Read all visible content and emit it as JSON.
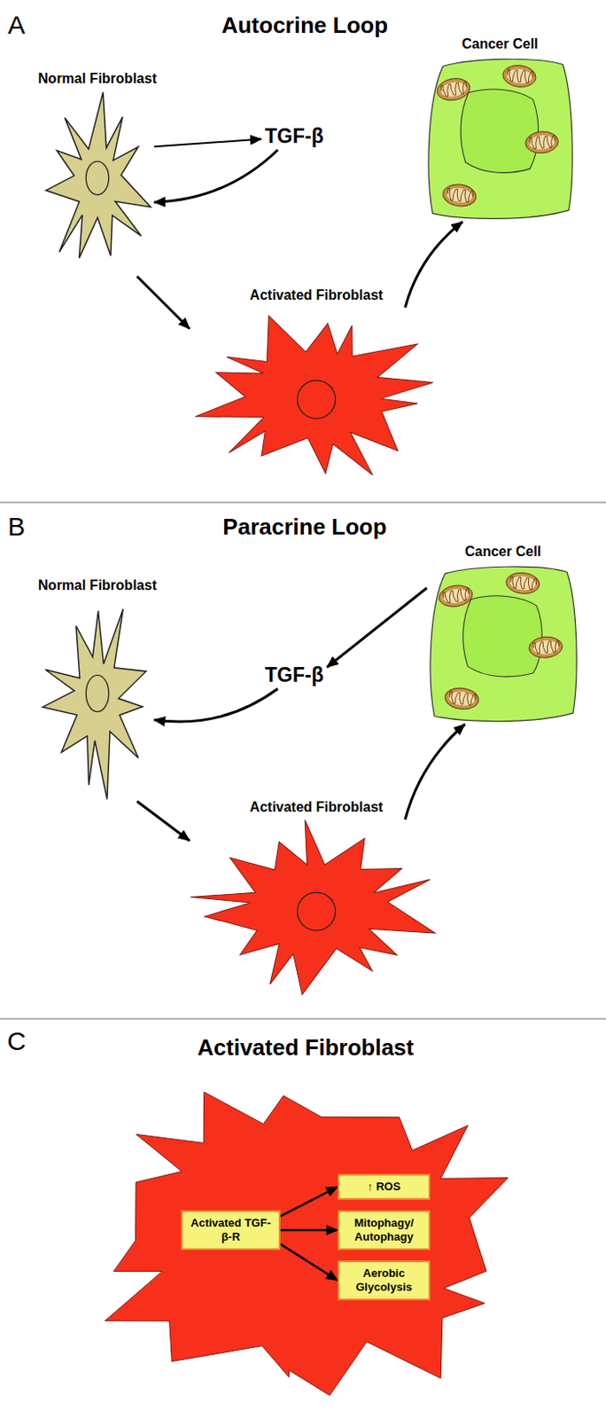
{
  "diagram": {
    "nodes": [
      {
        "text": [
          "Normal Fibroblast"
        ]
      },
      {
        "text": [
          "TGF-β"
        ]
      },
      {
        "text": [
          "Cancer Cell"
        ]
      },
      {
        "text": [
          "Activated Fibroblast"
        ]
      },
      {
        "text": [
          "Normal Fibroblast"
        ]
      },
      {
        "text": [
          "TGF-β"
        ]
      },
      {
        "text": [
          "Cancer Cell"
        ]
      },
      {
        "text": [
          "Activated Fibroblast"
        ]
      },
      {
        "text": [
          "Activated Fibroblast"
        ]
      },
      {
        "text": [
          "Activated TGF-β-R"
        ],
        "in": 8
      },
      {
        "text": [
          "↑ ROS"
        ],
        "in": 8
      },
      {
        "text": [
          "Mitophagy/ Autophagy"
        ],
        "in": 8
      },
      {
        "text": [
          "Aerobic Glycolysis"
        ],
        "in": 8
      }
    ],
    "edges": [
      {
        "from": 0,
        "to": 1,
        "arrow": "to"
      },
      {
        "from": 1,
        "to": 0,
        "arrow": "to"
      },
      {
        "from": 0,
        "to": 3,
        "arrow": "to"
      },
      {
        "from": 3,
        "to": 2,
        "arrow": "to"
      },
      {
        "from": 6,
        "to": 5,
        "arrow": "to"
      },
      {
        "from": 5,
        "to": 4,
        "arrow": "to"
      },
      {
        "from": 4,
        "to": 7,
        "arrow": "to"
      },
      {
        "from": 7,
        "to": 6,
        "arrow": "to"
      },
      {
        "from": 9,
        "to": 10,
        "arrow": "to"
      },
      {
        "from": 9,
        "to": 11,
        "arrow": "to"
      },
      {
        "from": 9,
        "to": 12,
        "arrow": "to"
      }
    ],
    "labels": [
      "A",
      "Autocrine Loop",
      "B",
      "Paracrine Loop",
      "C"
    ]
  }
}
